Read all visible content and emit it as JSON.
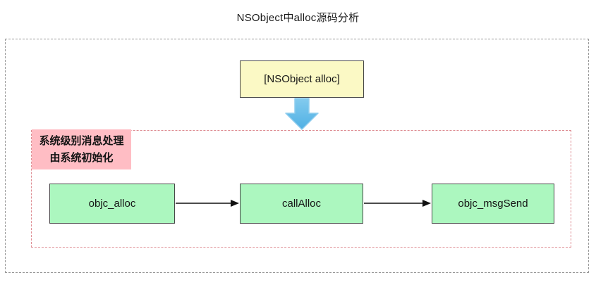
{
  "title": "NSObject中alloc源码分析",
  "flow": {
    "root_node": {
      "label": "[NSObject alloc]"
    },
    "steps": [
      {
        "label": "objc_alloc"
      },
      {
        "label": "callAlloc"
      },
      {
        "label": "objc_msgSend"
      }
    ]
  },
  "annotation": {
    "line1": "系统级别消息处理",
    "line2": "由系统初始化"
  },
  "colors": {
    "root-fill": "#fbf9c5",
    "step-fill": "#acf7bf",
    "annotation-fill": "#ffbdc4",
    "arrow-blue-top": "#83cbee",
    "arrow-blue-bottom": "#4fb0e4",
    "arrow-blue-stroke": "#8fcdee",
    "outer-frame-border": "#999999",
    "inner-frame-border": "#de8c92",
    "node-border": "#474747",
    "connector": "#111111"
  }
}
